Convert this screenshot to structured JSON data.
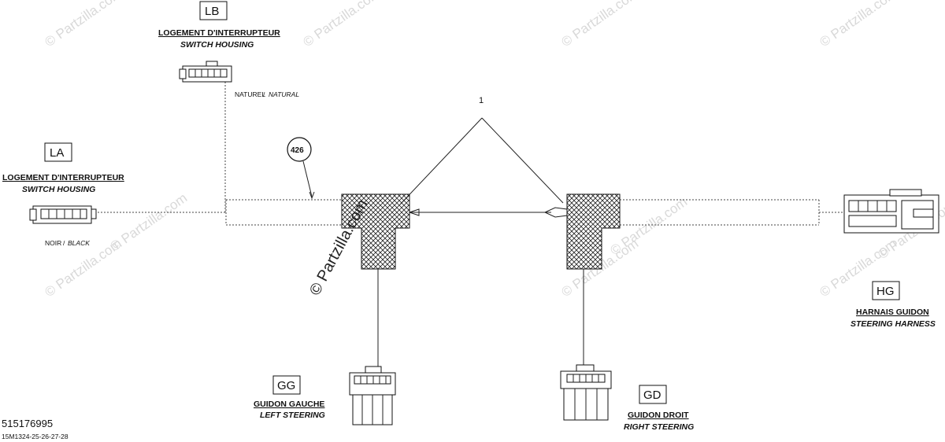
{
  "watermark": {
    "faint_text": "© Partzilla.com",
    "main_text": "© Partzilla.com"
  },
  "connectors": {
    "lb": {
      "code": "LB",
      "label_fr": "LOGEMENT D'INTERRUPTEUR",
      "label_en": "SWITCH HOUSING",
      "color_fr": "NATUREL",
      "color_sep": "/",
      "color_en": "NATURAL"
    },
    "la": {
      "code": "LA",
      "label_fr": "LOGEMENT D'INTERRUPTEUR",
      "label_en": "SWITCH HOUSING",
      "color_fr": "NOIR",
      "color_sep": "/",
      "color_en": "BLACK"
    },
    "hg": {
      "code": "HG",
      "label_fr": "HARNAIS GUIDON",
      "label_en": "STEERING HARNESS"
    },
    "gg": {
      "code": "GG",
      "label_fr": "GUIDON GAUCHE",
      "label_en": "LEFT STEERING"
    },
    "gd": {
      "code": "GD",
      "label_fr": "GUIDON DROIT",
      "label_en": "RIGHT STEERING"
    }
  },
  "callouts": {
    "item1": "1",
    "item426": "426"
  },
  "footer": {
    "part_number": "515176995",
    "drawing_number": "15M1324-25-26-27-28"
  },
  "colors": {
    "line": "#222222",
    "watermark": "#d9d9d9"
  }
}
